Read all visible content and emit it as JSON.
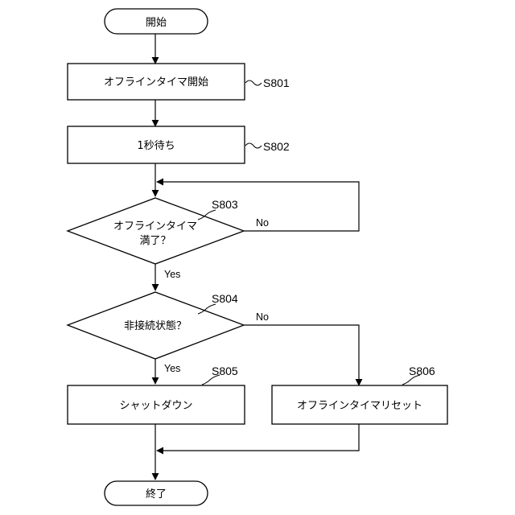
{
  "flowchart": {
    "start": {
      "label": "開始"
    },
    "end": {
      "label": "終了"
    },
    "steps": [
      {
        "id": "S801",
        "label": "オフラインタイマ開始"
      },
      {
        "id": "S802",
        "label": "1秒待ち"
      },
      {
        "id": "S803",
        "label_lines": [
          "オフラインタイマ",
          "満了？"
        ],
        "yes": "Yes",
        "no": "No"
      },
      {
        "id": "S804",
        "label": "非接続状態？",
        "yes": "Yes",
        "no": "No"
      },
      {
        "id": "S805",
        "label": "シャットダウン"
      },
      {
        "id": "S806",
        "label": "オフラインタイマリセット"
      }
    ]
  }
}
